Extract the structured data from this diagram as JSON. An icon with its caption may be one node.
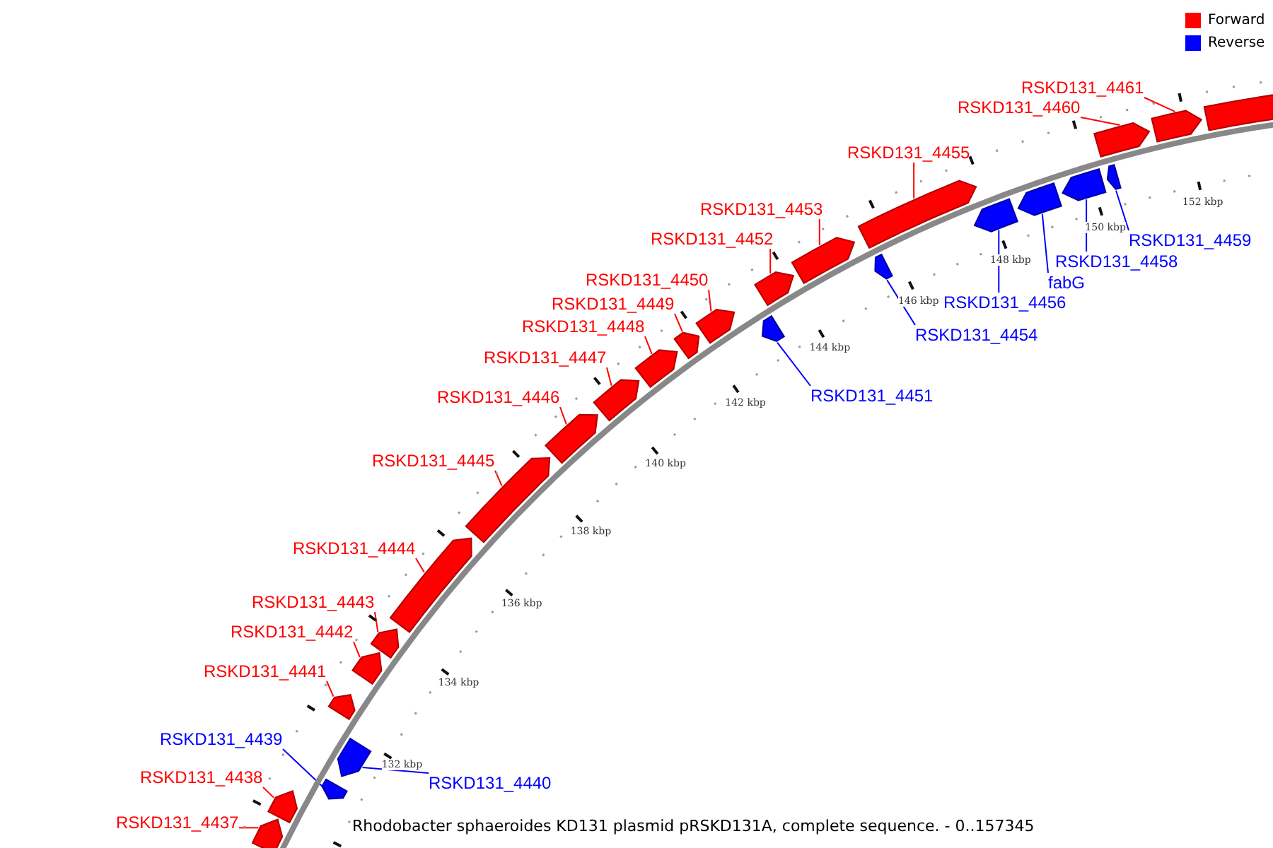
{
  "diagram": {
    "caption": "Rhodobacter sphaeroides KD131 plasmid pRSKD131A, complete sequence. - 0..157345",
    "nodes": [
      {
        "text": [
          "RSKD131_4461"
        ]
      },
      {
        "text": [
          "RSKD131_4460"
        ]
      },
      {
        "text": [
          "RSKD131_4455"
        ]
      },
      {
        "text": [
          "RSKD131_4453"
        ]
      },
      {
        "text": [
          "RSKD131_4452"
        ]
      },
      {
        "text": [
          "RSKD131_4450"
        ]
      },
      {
        "text": [
          "RSKD131_4449"
        ]
      },
      {
        "text": [
          "RSKD131_4448"
        ]
      },
      {
        "text": [
          "RSKD131_4447"
        ]
      },
      {
        "text": [
          "RSKD131_4446"
        ]
      },
      {
        "text": [
          "RSKD131_4445"
        ]
      },
      {
        "text": [
          "RSKD131_4444"
        ]
      },
      {
        "text": [
          "RSKD131_4443"
        ]
      },
      {
        "text": [
          "RSKD131_4442"
        ]
      },
      {
        "text": [
          "RSKD131_4441"
        ]
      },
      {
        "text": [
          "RSKD131_4439"
        ]
      },
      {
        "text": [
          "RSKD131_4438"
        ]
      },
      {
        "text": [
          "RSKD131_4437"
        ]
      },
      {
        "text": [
          "RSKD131_4440"
        ]
      },
      {
        "text": [
          "RSKD131_4451"
        ]
      },
      {
        "text": [
          "RSKD131_4454"
        ]
      },
      {
        "text": [
          "RSKD131_4456"
        ]
      },
      {
        "text": [
          "fabG"
        ]
      },
      {
        "text": [
          "RSKD131_4458"
        ]
      },
      {
        "text": [
          "RSKD131_4459"
        ]
      },
      {
        "text": [],
        "shape": "bar"
      },
      {
        "text": [],
        "shape": "bar"
      },
      {
        "text": [],
        "shape": "bar"
      },
      {
        "text": [],
        "shape": "bar"
      },
      {
        "text": [],
        "shape": "bar"
      },
      {
        "text": [],
        "shape": "bar"
      },
      {
        "text": [],
        "shape": "bar"
      },
      {
        "text": [],
        "shape": "bar"
      },
      {
        "text": [],
        "shape": "bar"
      },
      {
        "text": [],
        "shape": "bar"
      },
      {
        "text": [],
        "shape": "bar"
      },
      {
        "text": [],
        "shape": "bar"
      },
      {
        "text": [],
        "shape": "bar"
      },
      {
        "text": [],
        "shape": "bar"
      },
      {
        "text": [],
        "shape": "bar"
      },
      {
        "text": [],
        "shape": "bar"
      },
      {
        "text": [],
        "shape": "bar"
      },
      {
        "text": [],
        "shape": "bar"
      },
      {
        "text": [],
        "shape": "bar"
      },
      {
        "text": [],
        "shape": "bar"
      },
      {
        "text": [],
        "shape": "bar"
      },
      {
        "text": [],
        "shape": "bar"
      },
      {
        "text": [],
        "shape": "bar"
      },
      {
        "text": [],
        "shape": "bar"
      },
      {
        "text": [],
        "shape": "bar"
      },
      {
        "text": [],
        "shape": "bar"
      }
    ],
    "edges": [
      {
        "from": 0,
        "to": 49,
        "arrow": "none"
      },
      {
        "from": 1,
        "to": 48,
        "arrow": "none"
      },
      {
        "from": 2,
        "to": 43,
        "arrow": "none"
      },
      {
        "from": 3,
        "to": 41,
        "arrow": "none"
      },
      {
        "from": 4,
        "to": 40,
        "arrow": "none"
      },
      {
        "from": 5,
        "to": 38,
        "arrow": "none"
      },
      {
        "from": 6,
        "to": 37,
        "arrow": "none"
      },
      {
        "from": 7,
        "to": 36,
        "arrow": "none"
      },
      {
        "from": 8,
        "to": 35,
        "arrow": "none"
      },
      {
        "from": 9,
        "to": 34,
        "arrow": "none"
      },
      {
        "from": 10,
        "to": 33,
        "arrow": "none"
      },
      {
        "from": 11,
        "to": 32,
        "arrow": "none"
      },
      {
        "from": 12,
        "to": 31,
        "arrow": "none"
      },
      {
        "from": 13,
        "to": 30,
        "arrow": "none"
      },
      {
        "from": 14,
        "to": 29,
        "arrow": "none"
      },
      {
        "from": 15,
        "to": 27,
        "arrow": "none",
        "color": "#0000ff"
      },
      {
        "from": 16,
        "to": 26,
        "arrow": "none"
      },
      {
        "from": 17,
        "to": 25,
        "arrow": "none"
      },
      {
        "from": 18,
        "to": 28,
        "arrow": "none",
        "color": "#0000ff"
      },
      {
        "from": 19,
        "to": 39,
        "arrow": "none",
        "color": "#0000ff"
      },
      {
        "from": 20,
        "to": 42,
        "arrow": "none",
        "color": "#0000ff"
      },
      {
        "from": 21,
        "to": 44,
        "arrow": "none",
        "color": "#0000ff"
      },
      {
        "from": 22,
        "to": 45,
        "arrow": "none",
        "color": "#0000ff"
      },
      {
        "from": 23,
        "to": 46,
        "arrow": "none",
        "color": "#0000ff"
      },
      {
        "from": 24,
        "to": 47,
        "arrow": "none",
        "color": "#0000ff"
      }
    ],
    "labels": [
      "132 kbp",
      "134 kbp",
      "136 kbp",
      "138 kbp",
      "140 kbp",
      "142 kbp",
      "144 kbp",
      "146 kbp",
      "148 kbp",
      "150 kbp",
      "152 kbp"
    ],
    "legend": [
      {
        "text": "Forward",
        "color": "#ff0000"
      },
      {
        "text": "Reverse",
        "color": "#0000ff"
      }
    ]
  }
}
